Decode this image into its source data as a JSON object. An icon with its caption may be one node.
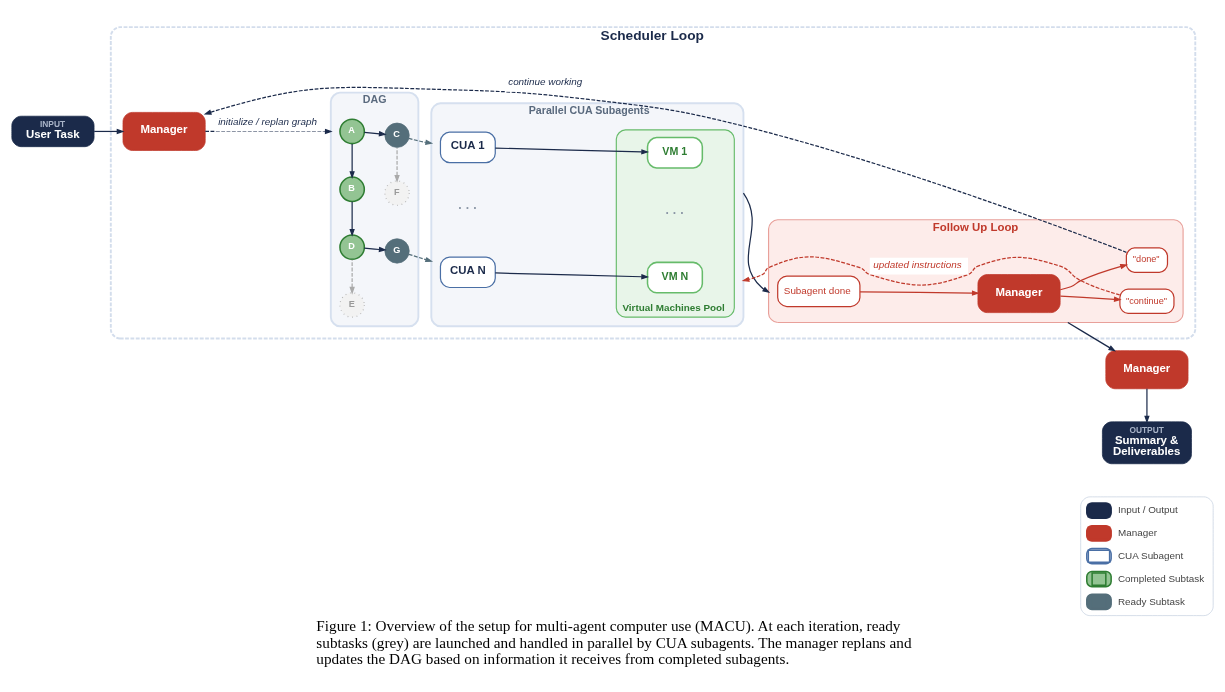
{
  "diagram": {
    "caption": "Figure 1: Overview of the setup for multi-agent computer use (MACU). At each iteration, ready subtasks (grey) are launched and handled in parallel by CUA subagents. The manager replans and updates the DAG based on information it receives from completed subagents.",
    "nodes": [
      {
        "text": [
          "INPUT",
          "User Task"
        ]
      },
      {
        "text": [
          "Scheduler Loop"
        ]
      },
      {
        "text": [
          "Manager"
        ],
        "in": 1
      },
      {
        "text": [
          "DAG"
        ],
        "in": 1
      },
      {
        "text": [
          "A"
        ],
        "in": 3
      },
      {
        "text": [
          "B"
        ],
        "in": 3
      },
      {
        "text": [
          "C"
        ],
        "in": 3
      },
      {
        "text": [
          "D"
        ],
        "in": 3
      },
      {
        "text": [
          "F"
        ],
        "in": 3
      },
      {
        "text": [
          "E"
        ],
        "in": 3
      },
      {
        "text": [
          "G"
        ],
        "in": 3
      },
      {
        "text": [
          "Parallel CUA Subagents"
        ],
        "in": 1
      },
      {
        "text": [
          "CUA 1"
        ],
        "in": 11
      },
      {
        "text": [
          "CUA N"
        ],
        "in": 11
      },
      {
        "text": [
          "Virtual Machines Pool"
        ],
        "in": 11
      },
      {
        "text": [
          "VM 1"
        ],
        "in": 14
      },
      {
        "text": [
          "VM N"
        ],
        "in": 14
      },
      {
        "text": [
          "Follow Up Loop"
        ],
        "in": 1
      },
      {
        "text": [
          "Subagent done"
        ],
        "in": 17
      },
      {
        "text": [
          "Manager"
        ],
        "in": 17
      },
      {
        "text": [
          "\"continue\""
        ],
        "in": 17
      },
      {
        "text": [
          "\"done\""
        ],
        "in": 17
      },
      {
        "text": [
          "Manager"
        ]
      },
      {
        "text": [
          "OUTPUT",
          "Summary & Deliverables"
        ]
      }
    ],
    "edges": [
      {
        "from": 0,
        "to": 2,
        "arrow": "to"
      },
      {
        "from": 2,
        "to": 3,
        "arrow": "to",
        "label": "initialize / replan graph",
        "style": "dashed"
      },
      {
        "from": 4,
        "to": 5,
        "arrow": "to"
      },
      {
        "from": 4,
        "to": 6,
        "arrow": "to"
      },
      {
        "from": 5,
        "to": 7,
        "arrow": "to"
      },
      {
        "from": 6,
        "to": 8,
        "arrow": "to",
        "style": "dashed",
        "color": "#aaaaaa"
      },
      {
        "from": 7,
        "to": 9,
        "arrow": "to",
        "style": "dashed",
        "color": "#aaaaaa"
      },
      {
        "from": 7,
        "to": 10,
        "arrow": "to"
      },
      {
        "from": 6,
        "to": 11,
        "arrow": "to",
        "style": "dashed",
        "color": "#546e7a"
      },
      {
        "from": 10,
        "to": 11,
        "arrow": "to",
        "style": "dashed",
        "color": "#546e7a"
      },
      {
        "from": 12,
        "to": 15,
        "arrow": "to"
      },
      {
        "from": 13,
        "to": 16,
        "arrow": "to"
      },
      {
        "from": 11,
        "to": 17,
        "arrow": "to"
      },
      {
        "from": 18,
        "to": 19,
        "arrow": "to",
        "color": "#c0392b"
      },
      {
        "from": 19,
        "to": 20,
        "arrow": "to",
        "color": "#c0392b"
      },
      {
        "from": 19,
        "to": 21,
        "arrow": "to",
        "color": "#c0392b"
      },
      {
        "from": 17,
        "to": 22,
        "arrow": "to"
      },
      {
        "from": 22,
        "to": 23,
        "arrow": "to"
      },
      {
        "from": 20,
        "to": 11,
        "arrow": "to",
        "label": "updated instructions",
        "style": "dashed",
        "color": "#c0392b"
      },
      {
        "from": 21,
        "to": 2,
        "arrow": "to",
        "label": "continue working",
        "style": "dashed"
      }
    ],
    "labels": [
      "· · ·",
      "· · ·"
    ],
    "legend": [
      {
        "text": "Input / Output",
        "color": "#1b2a4a"
      },
      {
        "text": "Manager",
        "color": "#c0392b"
      },
      {
        "text": "CUA Subagent"
      },
      {
        "text": "Completed Subtask"
      },
      {
        "text": "Ready Subtask",
        "color": "#546e7a"
      }
    ]
  }
}
